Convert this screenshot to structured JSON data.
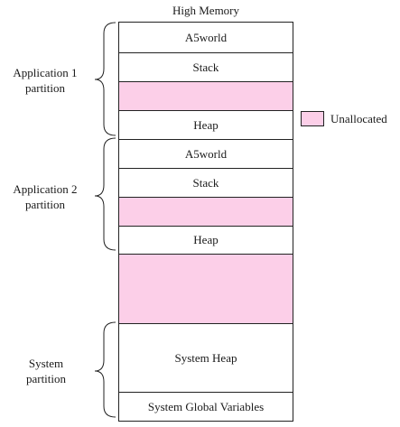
{
  "diagram": {
    "top_label": "High Memory",
    "blocks": [
      {
        "label": "A5world",
        "type": "allocated"
      },
      {
        "label": "Stack",
        "type": "allocated"
      },
      {
        "label": "",
        "type": "unallocated"
      },
      {
        "label": "Heap",
        "type": "allocated"
      },
      {
        "label": "A5world",
        "type": "allocated"
      },
      {
        "label": "Stack",
        "type": "allocated"
      },
      {
        "label": "",
        "type": "unallocated"
      },
      {
        "label": "Heap",
        "type": "allocated"
      },
      {
        "label": "",
        "type": "unallocated"
      },
      {
        "label": "System Heap",
        "type": "allocated"
      },
      {
        "label": "System Global Variables",
        "type": "allocated"
      }
    ],
    "groups": [
      {
        "line1": "Application 1",
        "line2": "partition"
      },
      {
        "line1": "Application 2",
        "line2": "partition"
      },
      {
        "line1": "System",
        "line2": "partition"
      }
    ],
    "legend": {
      "label": "Unallocated"
    }
  },
  "colors": {
    "unallocated": "#fccfe8",
    "border": "#222222"
  }
}
